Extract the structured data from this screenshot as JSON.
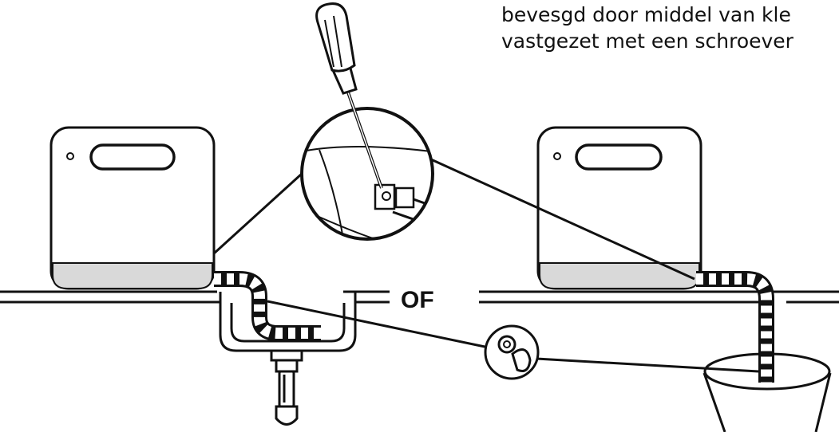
{
  "caption": {
    "line1": "bevesgd door middel van kle",
    "line2": "vastgezet met een schroever"
  },
  "or_label": "OF",
  "colors": {
    "ink": "#111111",
    "paper": "#ffffff",
    "shade": "#d9d9d9"
  },
  "icons": [
    "screwdriver-icon",
    "hose-clamp-icon",
    "hose-clip-icon",
    "dishwasher-icon",
    "sink-icon",
    "bucket-icon"
  ]
}
